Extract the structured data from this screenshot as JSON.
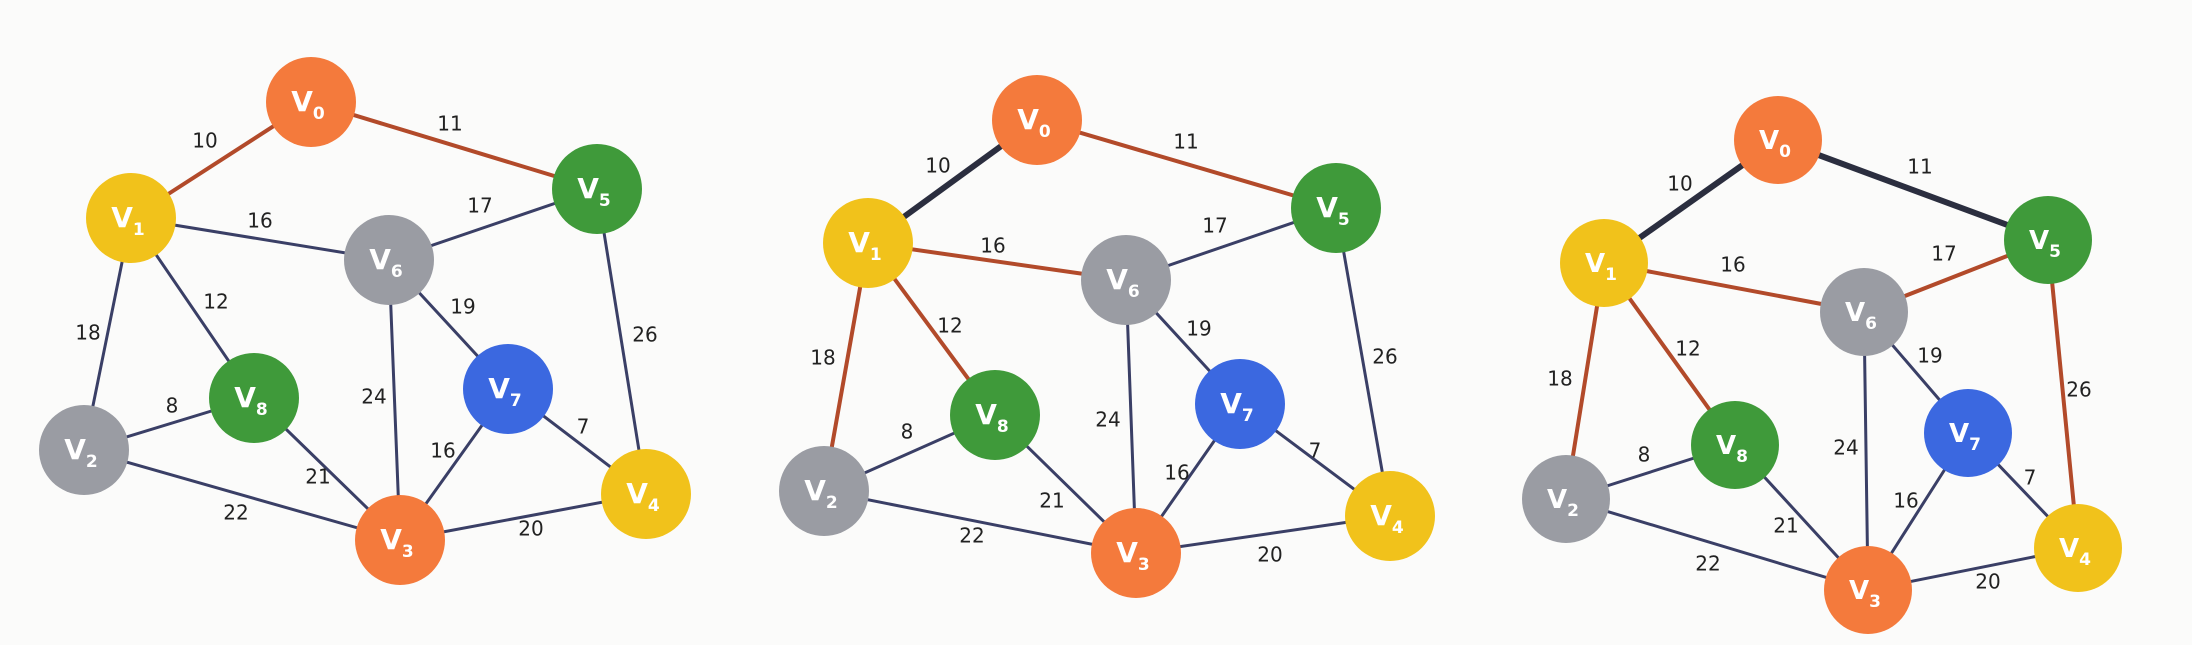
{
  "colors": {
    "orange": "#f47a3c",
    "yellow": "#f1c21b",
    "green": "#3f9a3a",
    "gray": "#9a9ca3",
    "blue": "#3b68e0",
    "edge_default": "#3a3f66",
    "edge_red": "#b24a2a",
    "edge_dark": "#2b2e3f"
  },
  "nodes": [
    {
      "id": "V0",
      "letter": "V",
      "sub": "0",
      "color": "orange"
    },
    {
      "id": "V1",
      "letter": "V",
      "sub": "1",
      "color": "yellow"
    },
    {
      "id": "V2",
      "letter": "V",
      "sub": "2",
      "color": "gray"
    },
    {
      "id": "V3",
      "letter": "V",
      "sub": "3",
      "color": "orange"
    },
    {
      "id": "V4",
      "letter": "V",
      "sub": "4",
      "color": "yellow"
    },
    {
      "id": "V5",
      "letter": "V",
      "sub": "5",
      "color": "green"
    },
    {
      "id": "V6",
      "letter": "V",
      "sub": "6",
      "color": "gray"
    },
    {
      "id": "V7",
      "letter": "V",
      "sub": "7",
      "color": "blue"
    },
    {
      "id": "V8",
      "letter": "V",
      "sub": "8",
      "color": "green"
    }
  ],
  "graphs": [
    {
      "id": "graph-1",
      "edges": [
        {
          "from": "V0",
          "to": "V1",
          "weight": "10",
          "style": "red"
        },
        {
          "from": "V0",
          "to": "V5",
          "weight": "11",
          "style": "red"
        },
        {
          "from": "V1",
          "to": "V6",
          "weight": "16",
          "style": "default"
        },
        {
          "from": "V6",
          "to": "V5",
          "weight": "17",
          "style": "default"
        },
        {
          "from": "V1",
          "to": "V8",
          "weight": "12",
          "style": "default"
        },
        {
          "from": "V1",
          "to": "V2",
          "weight": "18",
          "style": "default"
        },
        {
          "from": "V6",
          "to": "V7",
          "weight": "19",
          "style": "default"
        },
        {
          "from": "V5",
          "to": "V4",
          "weight": "26",
          "style": "default"
        },
        {
          "from": "V6",
          "to": "V3",
          "weight": "24",
          "style": "default"
        },
        {
          "from": "V2",
          "to": "V8",
          "weight": "8",
          "style": "default"
        },
        {
          "from": "V7",
          "to": "V4",
          "weight": "7",
          "style": "default"
        },
        {
          "from": "V8",
          "to": "V3",
          "weight": "21",
          "style": "default"
        },
        {
          "from": "V7",
          "to": "V3",
          "weight": "16",
          "style": "default"
        },
        {
          "from": "V2",
          "to": "V3",
          "weight": "22",
          "style": "default"
        },
        {
          "from": "V3",
          "to": "V4",
          "weight": "20",
          "style": "default"
        }
      ]
    },
    {
      "id": "graph-2",
      "edges": [
        {
          "from": "V0",
          "to": "V1",
          "weight": "10",
          "style": "dark"
        },
        {
          "from": "V0",
          "to": "V5",
          "weight": "11",
          "style": "red"
        },
        {
          "from": "V1",
          "to": "V6",
          "weight": "16",
          "style": "red"
        },
        {
          "from": "V6",
          "to": "V5",
          "weight": "17",
          "style": "default"
        },
        {
          "from": "V1",
          "to": "V8",
          "weight": "12",
          "style": "red"
        },
        {
          "from": "V1",
          "to": "V2",
          "weight": "18",
          "style": "red"
        },
        {
          "from": "V6",
          "to": "V7",
          "weight": "19",
          "style": "default"
        },
        {
          "from": "V5",
          "to": "V4",
          "weight": "26",
          "style": "default"
        },
        {
          "from": "V6",
          "to": "V3",
          "weight": "24",
          "style": "default"
        },
        {
          "from": "V2",
          "to": "V8",
          "weight": "8",
          "style": "default"
        },
        {
          "from": "V7",
          "to": "V4",
          "weight": "7",
          "style": "default"
        },
        {
          "from": "V8",
          "to": "V3",
          "weight": "21",
          "style": "default"
        },
        {
          "from": "V7",
          "to": "V3",
          "weight": "16",
          "style": "default"
        },
        {
          "from": "V2",
          "to": "V3",
          "weight": "22",
          "style": "default"
        },
        {
          "from": "V3",
          "to": "V4",
          "weight": "20",
          "style": "default"
        }
      ]
    },
    {
      "id": "graph-3",
      "edges": [
        {
          "from": "V0",
          "to": "V1",
          "weight": "10",
          "style": "dark"
        },
        {
          "from": "V0",
          "to": "V5",
          "weight": "11",
          "style": "dark"
        },
        {
          "from": "V1",
          "to": "V6",
          "weight": "16",
          "style": "red"
        },
        {
          "from": "V6",
          "to": "V5",
          "weight": "17",
          "style": "red"
        },
        {
          "from": "V1",
          "to": "V8",
          "weight": "12",
          "style": "red"
        },
        {
          "from": "V1",
          "to": "V2",
          "weight": "18",
          "style": "red"
        },
        {
          "from": "V6",
          "to": "V7",
          "weight": "19",
          "style": "default"
        },
        {
          "from": "V5",
          "to": "V4",
          "weight": "26",
          "style": "red"
        },
        {
          "from": "V6",
          "to": "V3",
          "weight": "24",
          "style": "default"
        },
        {
          "from": "V2",
          "to": "V8",
          "weight": "8",
          "style": "default"
        },
        {
          "from": "V7",
          "to": "V4",
          "weight": "7",
          "style": "default"
        },
        {
          "from": "V8",
          "to": "V3",
          "weight": "21",
          "style": "default"
        },
        {
          "from": "V7",
          "to": "V3",
          "weight": "16",
          "style": "default"
        },
        {
          "from": "V2",
          "to": "V3",
          "weight": "22",
          "style": "default"
        },
        {
          "from": "V3",
          "to": "V4",
          "weight": "20",
          "style": "default"
        }
      ]
    }
  ]
}
